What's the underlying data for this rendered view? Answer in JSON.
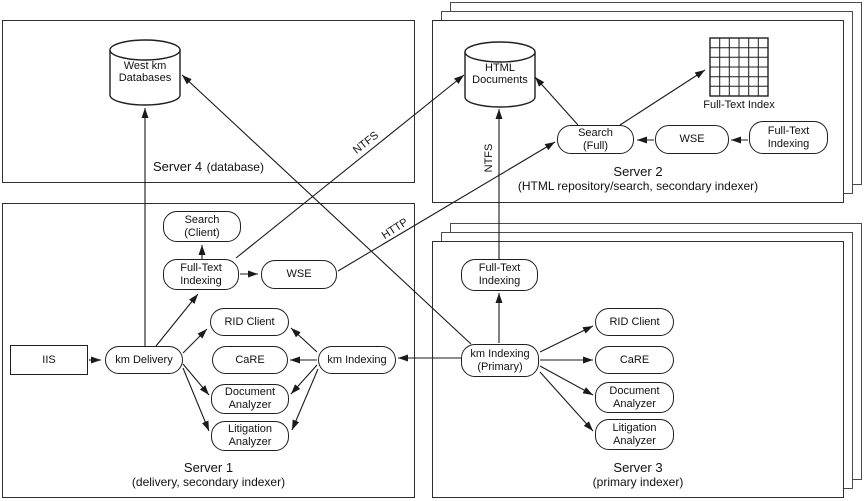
{
  "servers": {
    "server4": {
      "name": "Server 4",
      "subtitle": "(database)"
    },
    "server2": {
      "name": "Server 2",
      "subtitle": "(HTML repository/search, secondary indexer)"
    },
    "server1": {
      "name": "Server 1",
      "subtitle": "(delivery, secondary indexer)"
    },
    "server3": {
      "name": "Server 3",
      "subtitle": "(primary indexer)"
    }
  },
  "nodes": {
    "west_km_databases": "West km\nDatabases",
    "html_documents": "HTML\nDocuments",
    "full_text_index_caption": "Full-Text Index",
    "search_full": "Search\n(Full)",
    "wse_server2": "WSE",
    "full_text_indexing_server2": "Full-Text\nIndexing",
    "search_client": "Search\n(Client)",
    "full_text_indexing_server1": "Full-Text\nIndexing",
    "wse_server1": "WSE",
    "rid_client_server1": "RID Client",
    "iis": "IIS",
    "km_delivery": "km Delivery",
    "care_server1": "CaRE",
    "km_indexing_server1": "km Indexing",
    "document_analyzer_server1": "Document\nAnalyzer",
    "litigation_analyzer_server1": "Litigation\nAnalyzer",
    "full_text_indexing_server3": "Full-Text\nIndexing",
    "km_indexing_primary": "km Indexing\n(Primary)",
    "rid_client_server3": "RID Client",
    "care_server3": "CaRE",
    "document_analyzer_server3": "Document\nAnalyzer",
    "litigation_analyzer_server3": "Litigation\nAnalyzer"
  },
  "edge_labels": {
    "ntfs_indexing_to_html": "NTFS",
    "ntfs_vertical": "NTFS",
    "http": "HTTP"
  },
  "colors": {
    "line": "#1a1a1a",
    "fill": "#ffffff",
    "border": "#2e2e2e"
  }
}
